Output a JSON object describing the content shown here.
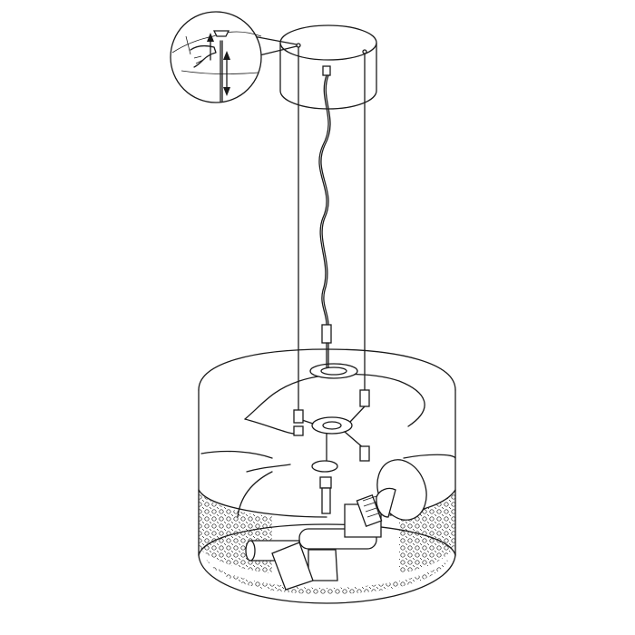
{
  "diagram": {
    "kind": "pendant-lamp-assembly-illustration",
    "colors": {
      "line": "#1a1a1a",
      "background": "#ffffff"
    },
    "parts": [
      "ceiling-canopy",
      "detail-inset",
      "suspension-wires",
      "power-cable",
      "drum-shade",
      "diffuser",
      "lamp-holders",
      "bulb"
    ]
  }
}
